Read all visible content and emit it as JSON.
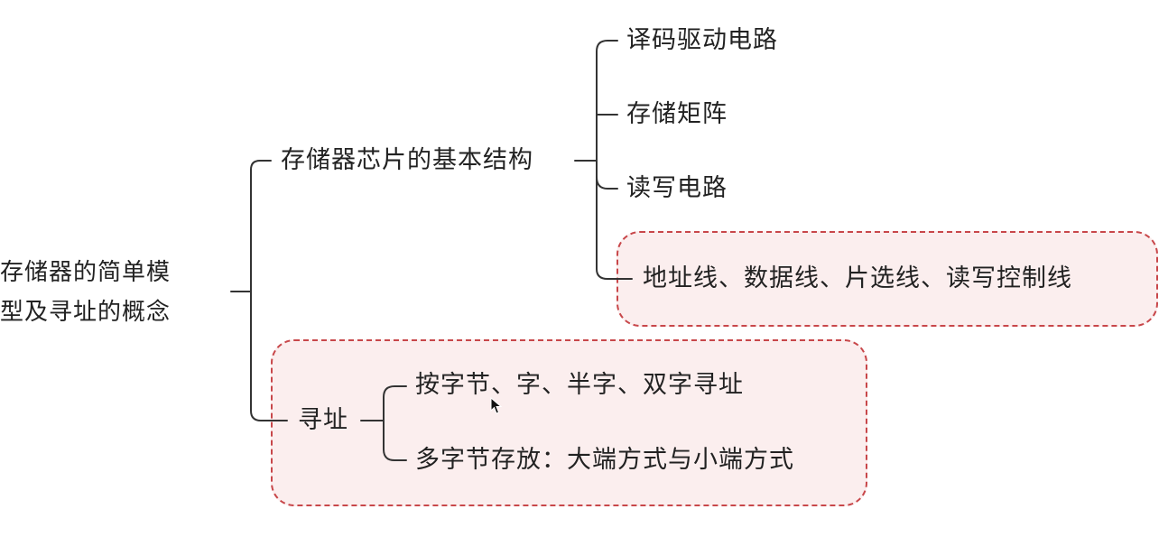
{
  "mindmap": {
    "root": {
      "line1": "存储器的简单模",
      "line2": "型及寻址的概念"
    },
    "branch1": {
      "label": "存储器芯片的基本结构",
      "children": [
        {
          "label": "译码驱动电路"
        },
        {
          "label": "存储矩阵"
        },
        {
          "label": "读写电路"
        },
        {
          "label": "地址线、数据线、片选线、读写控制线",
          "highlighted": true
        }
      ]
    },
    "branch2": {
      "label": "寻址",
      "highlighted": true,
      "children": [
        {
          "label": "按字节、字、半字、双字寻址"
        },
        {
          "label": "多字节存放：大端方式与小端方式"
        }
      ]
    }
  },
  "colors": {
    "line": "#333333",
    "highlight_border": "#c8474a",
    "highlight_fill": "#fbeeee",
    "text": "#222222"
  }
}
